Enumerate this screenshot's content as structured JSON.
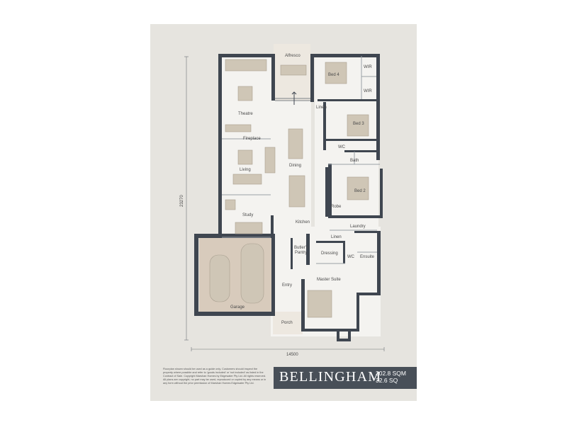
{
  "plan": {
    "rooms": {
      "alfresco": "Alfresco",
      "bed4": "Bed 4",
      "wir1": "WIR",
      "wir2": "WIR",
      "linen1": "Linen",
      "theatre": "Theatre",
      "bed3": "Bed 3",
      "fireplace": "Fireplace",
      "wc1": "WC",
      "bath": "Bath",
      "living": "Living",
      "dining": "Dining",
      "bed2": "Bed 2",
      "robe": "Robe",
      "study": "Study",
      "kitchen": "Kitchen",
      "laundry": "Laundry",
      "linen2": "Linen",
      "butlers": "Butler's",
      "pantry": "Pantry",
      "dressing": "Dressing",
      "wc2": "WC",
      "ensuite": "Ensuite",
      "master": "Master Suite",
      "entry": "Entry",
      "garage": "Garage",
      "porch": "Porch"
    },
    "dim_depth": "23270",
    "dim_width": "14500"
  },
  "disclaimer": "Floorplan shown should be used as a guide only. Customers should inspect the property where possible and refer to 'goods included' or 'not included' as listed in the Contract of Sale. Copyright Marshan Homes by Edgewater Pty Ltd. All rights reserved. All plans are copyright, no part may be used, reproduced or copied by any means or in any form without the prior permission of Marshan Homes Edgewater Pty Ltd.",
  "titlebar": {
    "name": "BELLINGHAM",
    "area_sqm": "302.8 SQM",
    "area_sq": "32.6 SQ"
  },
  "colors": {
    "wall": "#3f4650",
    "background": "#e6e4df",
    "floor": "#f4f3f0",
    "furniture": "#cfc6b6",
    "titlebar": "#484f58"
  }
}
